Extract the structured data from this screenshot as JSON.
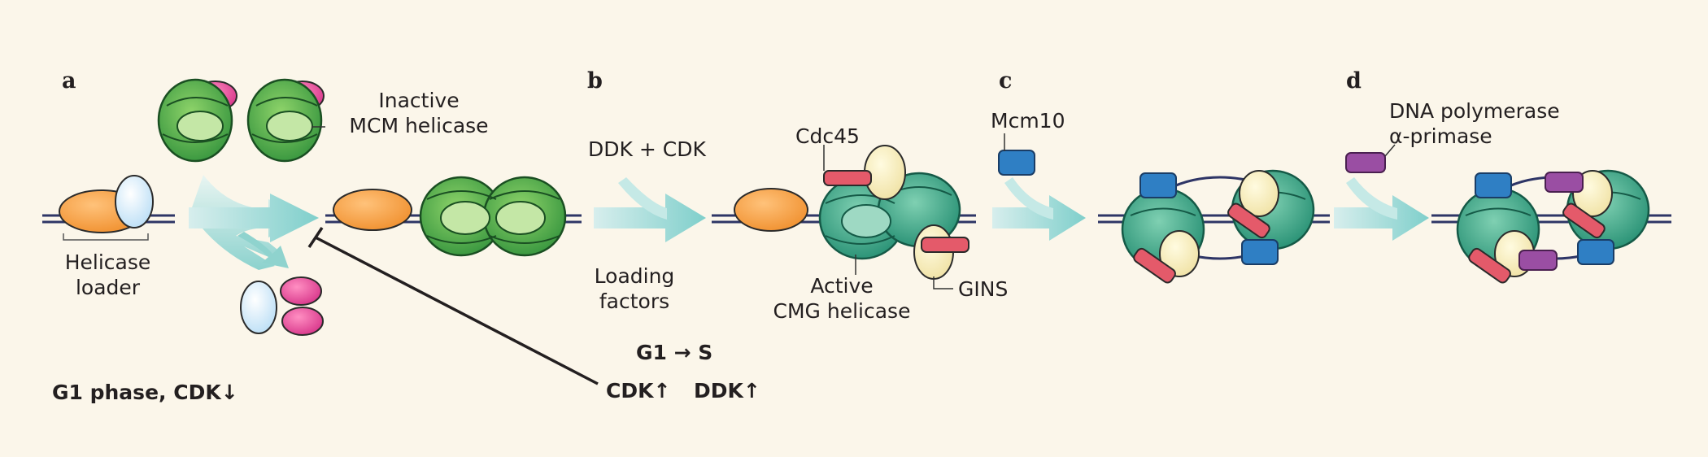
{
  "panels": {
    "a": "a",
    "b": "b",
    "c": "c",
    "d": "d"
  },
  "labels": {
    "inactive_line1": "Inactive",
    "inactive_line2": "MCM helicase",
    "loader_line1": "Helicase",
    "loader_line2": "loader",
    "ddk_cdk": "DDK + CDK",
    "loading_line1": "Loading",
    "loading_line2": "factors",
    "cdc45": "Cdc45",
    "active_line1": "Active",
    "active_line2": "CMG helicase",
    "gins": "GINS",
    "mcm10": "Mcm10",
    "pol_line1": "DNA polymerase",
    "pol_line2": "α-primase",
    "g1_phase": "G1 phase, CDK",
    "g1_to_s": "G1 → S",
    "cdk_up": "CDK",
    "ddk_up": "DDK"
  },
  "colors": {
    "background": "#fbf6ea",
    "dna": "#2e3566",
    "loader_orange": "#f5a54a",
    "loader_blue": "#dcefff",
    "mcm_green": "#3da54a",
    "mcm_light": "#a9d98a",
    "cmg_teal": "#3aa88a",
    "cdc45_yellow": "#fbf3c0",
    "gins_red": "#e45a6a",
    "mcm10_blue": "#2f7fc4",
    "primase_purple": "#9a4ea3",
    "arrow_teal": "#9fd8d6",
    "pink": "#e6479a"
  }
}
